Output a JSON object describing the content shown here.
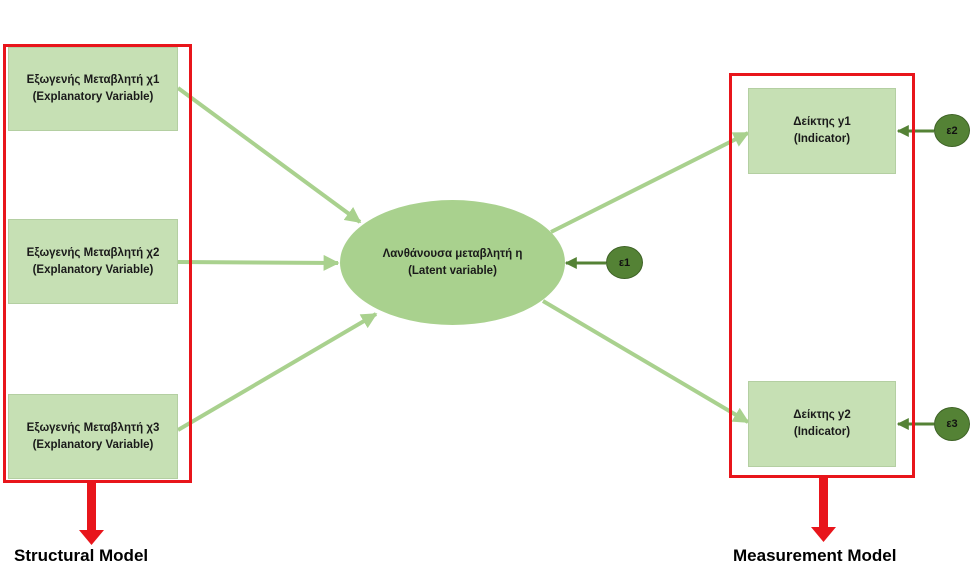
{
  "diagram": {
    "structural_model": {
      "label": "Structural Model",
      "explanatory_variables": [
        {
          "name": "Εξωγενής Μεταβλητή χ1",
          "subtitle": "(Explanatory Variable)"
        },
        {
          "name": "Εξωγενής Μεταβλητή χ2",
          "subtitle": "(Explanatory Variable)"
        },
        {
          "name": "Εξωγενής Μεταβλητή χ3",
          "subtitle": "(Explanatory Variable)"
        }
      ]
    },
    "latent_variable": {
      "name": "Λανθάνουσα μεταβλητή η",
      "subtitle": "(Latent variable)"
    },
    "measurement_model": {
      "label": "Measurement Model",
      "indicators": [
        {
          "name": "Δείκτης y1",
          "subtitle": "(Indicator)"
        },
        {
          "name": "Δείκτης y2",
          "subtitle": "(Indicator)"
        }
      ]
    },
    "error_terms": [
      "ε1",
      "ε2",
      "ε3"
    ],
    "colors": {
      "frame": "#e8151b",
      "box_fill": "#c6e0b4",
      "latent_fill": "#a9d18e",
      "error_fill": "#548235",
      "arrow_light": "#a9d18e",
      "arrow_dark": "#548235"
    }
  }
}
